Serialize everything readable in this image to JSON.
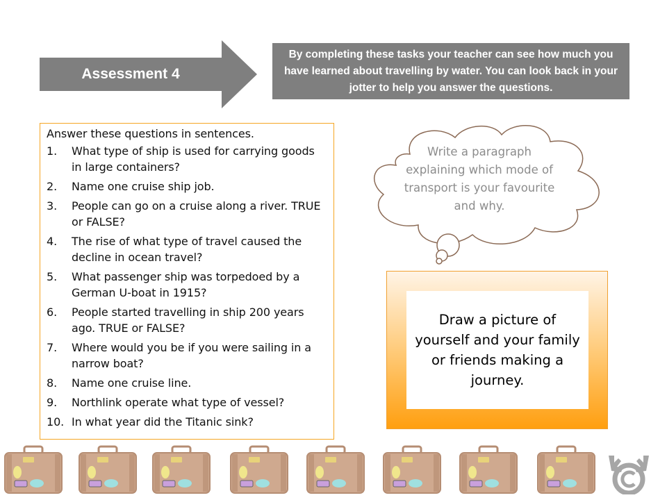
{
  "header": {
    "title": "Assessment 4",
    "intro": "By completing these tasks your teacher can see how much you have learned about travelling by water. You can look back in your jotter to help you answer the questions."
  },
  "questions": {
    "intro": "Answer these questions in sentences.",
    "items": [
      {
        "num": "1.",
        "text": "What type of ship is used for carrying goods in large containers?"
      },
      {
        "num": "2.",
        "text": "Name one cruise ship job."
      },
      {
        "num": "3.",
        "text": "People can go on a cruise along a river. TRUE or FALSE?"
      },
      {
        "num": "4.",
        "text": "The rise of what type of travel caused the decline in ocean travel?"
      },
      {
        "num": "5.",
        "text": "What passenger ship was torpedoed by a German U-boat in 1915?"
      },
      {
        "num": "6.",
        "text": "People started travelling in ship 200 years ago. TRUE or FALSE?"
      },
      {
        "num": "7.",
        "text": "Where would you be if you were sailing in a narrow boat?"
      },
      {
        "num": "8.",
        "text": "Name one cruise line."
      },
      {
        "num": "9.",
        "text": "Northlink operate what type of vessel?"
      },
      {
        "num": "10.",
        "text": "In what year did the Titanic sink?"
      }
    ]
  },
  "thought": {
    "text": "Write a paragraph explaining which mode of transport is your favourite and why."
  },
  "draw_task": {
    "text": "Draw a picture of yourself and your family or friends making a journey."
  },
  "footer": {
    "suitcase_icon": "suitcase-icon",
    "suitcase_count": 8,
    "logo_icon": "moose-copyright-icon"
  },
  "colors": {
    "arrow": "#7f7f7f",
    "intro_bg": "#7f7f7f",
    "question_border": "#f5a623",
    "cloud_stroke": "#8b6a55",
    "suitcase": "#cfa98f",
    "orange": "#ff9f10"
  }
}
